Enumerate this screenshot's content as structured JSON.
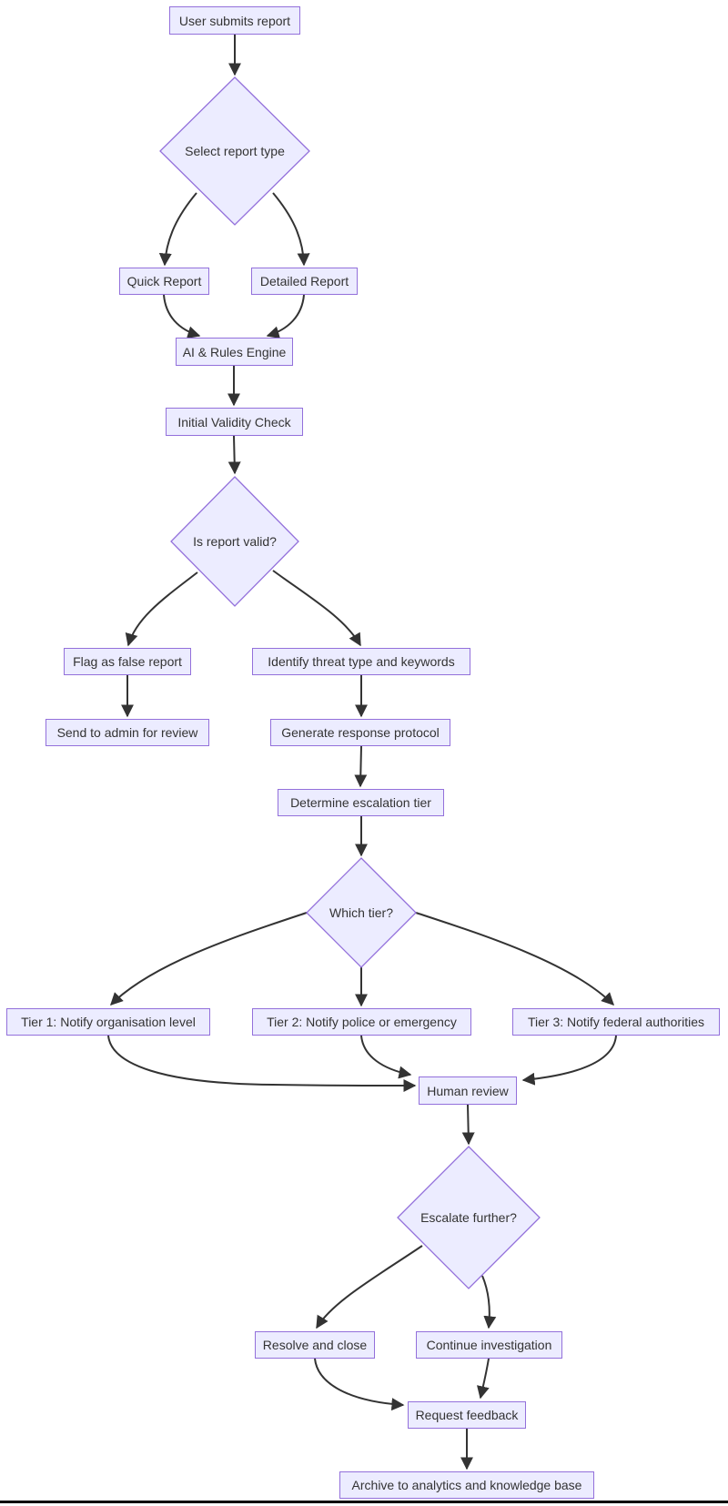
{
  "diagram": {
    "type": "flowchart",
    "direction": "top-down",
    "colors": {
      "background": "#ffffff",
      "node_fill": "#ECECFF",
      "node_border": "#9370DB",
      "edge_color": "#333333",
      "text_color": "#333333",
      "bottom_rule": "#000000"
    },
    "nodes": {
      "user_submits": {
        "label": "User submits report",
        "shape": "rect"
      },
      "select_type": {
        "label": "Select report type",
        "shape": "diamond"
      },
      "quick": {
        "label": "Quick Report",
        "shape": "rect"
      },
      "detailed": {
        "label": "Detailed Report",
        "shape": "rect"
      },
      "ai_engine": {
        "label": "AI & Rules Engine",
        "shape": "rect"
      },
      "validity": {
        "label": "Initial Validity Check",
        "shape": "rect"
      },
      "is_valid": {
        "label": "Is report valid?",
        "shape": "diamond"
      },
      "flag_false": {
        "label": "Flag as false report",
        "shape": "rect"
      },
      "send_admin": {
        "label": "Send to admin for review",
        "shape": "rect"
      },
      "identify": {
        "label": "Identify threat type and keywords",
        "shape": "rect"
      },
      "generate": {
        "label": "Generate response protocol",
        "shape": "rect"
      },
      "determine": {
        "label": "Determine escalation tier",
        "shape": "rect"
      },
      "which_tier": {
        "label": "Which tier?",
        "shape": "diamond"
      },
      "tier1": {
        "label": "Tier 1: Notify organisation level",
        "shape": "rect"
      },
      "tier2": {
        "label": "Tier 2: Notify police or emergency",
        "shape": "rect"
      },
      "tier3": {
        "label": "Tier 3: Notify federal authorities",
        "shape": "rect"
      },
      "human_review": {
        "label": "Human review",
        "shape": "rect"
      },
      "escalate": {
        "label": "Escalate further?",
        "shape": "diamond"
      },
      "resolve": {
        "label": "Resolve and close",
        "shape": "rect"
      },
      "continue_inv": {
        "label": "Continue investigation",
        "shape": "rect"
      },
      "request_feedback": {
        "label": "Request feedback",
        "shape": "rect"
      },
      "archive": {
        "label": "Archive to analytics and knowledge base",
        "shape": "rect"
      }
    },
    "edges": [
      [
        "user_submits",
        "select_type"
      ],
      [
        "select_type",
        "quick"
      ],
      [
        "select_type",
        "detailed"
      ],
      [
        "quick",
        "ai_engine"
      ],
      [
        "detailed",
        "ai_engine"
      ],
      [
        "ai_engine",
        "validity"
      ],
      [
        "validity",
        "is_valid"
      ],
      [
        "is_valid",
        "flag_false"
      ],
      [
        "is_valid",
        "identify"
      ],
      [
        "flag_false",
        "send_admin"
      ],
      [
        "identify",
        "generate"
      ],
      [
        "generate",
        "determine"
      ],
      [
        "determine",
        "which_tier"
      ],
      [
        "which_tier",
        "tier1"
      ],
      [
        "which_tier",
        "tier2"
      ],
      [
        "which_tier",
        "tier3"
      ],
      [
        "tier1",
        "human_review"
      ],
      [
        "tier2",
        "human_review"
      ],
      [
        "tier3",
        "human_review"
      ],
      [
        "human_review",
        "escalate"
      ],
      [
        "escalate",
        "resolve"
      ],
      [
        "escalate",
        "continue_inv"
      ],
      [
        "resolve",
        "request_feedback"
      ],
      [
        "continue_inv",
        "request_feedback"
      ],
      [
        "request_feedback",
        "archive"
      ]
    ]
  }
}
